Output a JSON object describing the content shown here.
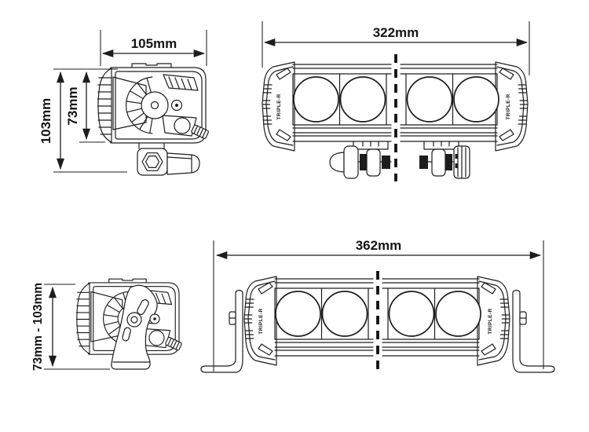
{
  "colors": {
    "ink": "#1d1d1d",
    "background": "#ffffff"
  },
  "views": {
    "side_top": {
      "width_label": "105mm",
      "height_outer_label": "103mm",
      "height_inner_label": "73mm"
    },
    "front_top": {
      "width_label": "322mm"
    },
    "side_bottom": {
      "height_range_label": "73mm - 103mm"
    },
    "front_bottom": {
      "width_label": "362mm"
    }
  },
  "brand": {
    "logo_text": "TRIPLE-R"
  }
}
